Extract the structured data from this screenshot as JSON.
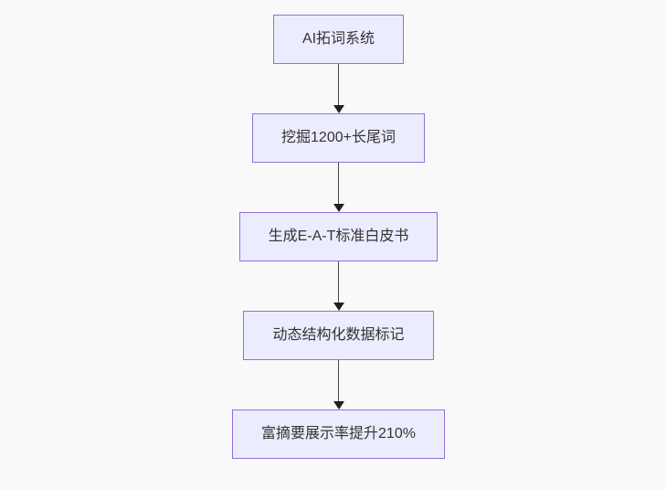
{
  "diagram": {
    "type": "flowchart",
    "direction": "top-down",
    "nodes": [
      {
        "id": "n1",
        "label": "AI拓词系统"
      },
      {
        "id": "n2",
        "label": "挖掘1200+长尾词"
      },
      {
        "id": "n3",
        "label": "生成E-A-T标准白皮书"
      },
      {
        "id": "n4",
        "label": "动态结构化数据标记"
      },
      {
        "id": "n5",
        "label": "富摘要展示率提升210%"
      }
    ],
    "edges": [
      {
        "from": "n1",
        "to": "n2"
      },
      {
        "from": "n2",
        "to": "n3"
      },
      {
        "from": "n3",
        "to": "n4"
      },
      {
        "from": "n4",
        "to": "n5"
      }
    ],
    "colors": {
      "background": "#f9f9f9",
      "node_fill": "#ECECFF",
      "node_border": "#9370DB",
      "node_text": "#333333",
      "arrow_line": "#4a4a4a",
      "arrow_head": "#1f1f1f"
    }
  }
}
